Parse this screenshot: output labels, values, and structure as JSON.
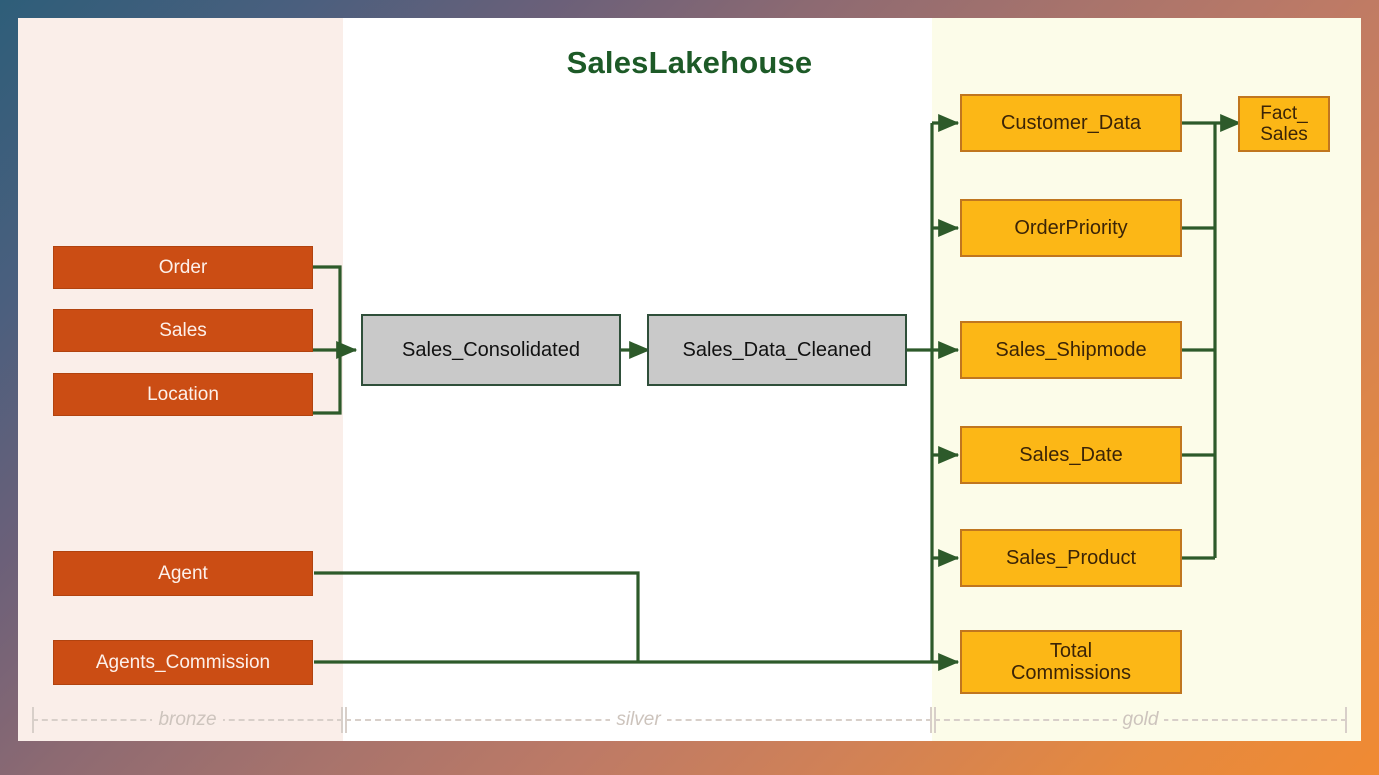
{
  "diagram": {
    "title": "SalesLakehouse",
    "title_color": "#1d5a27",
    "connector_color": "#2d5a2a",
    "zones": [
      {
        "key": "bronze",
        "label": "bronze",
        "background": "#faeee9"
      },
      {
        "key": "silver",
        "label": "silver",
        "background": "#ffffff"
      },
      {
        "key": "gold",
        "label": "gold",
        "background": "#fcfce9"
      }
    ],
    "layers": {
      "bronze": {
        "fill": "#cb4d14",
        "border": "#b1430f",
        "text_color": "#fdf0ea",
        "nodes": [
          {
            "id": "order",
            "label": "Order"
          },
          {
            "id": "sales",
            "label": "Sales"
          },
          {
            "id": "location",
            "label": "Location"
          },
          {
            "id": "agent",
            "label": "Agent"
          },
          {
            "id": "agents_commission",
            "label": "Agents_Commission"
          }
        ]
      },
      "silver": {
        "fill": "#c9c9c9",
        "border": "#2f4f3a",
        "text_color": "#111111",
        "nodes": [
          {
            "id": "sales_consolidated",
            "label": "Sales_Consolidated"
          },
          {
            "id": "sales_data_cleaned",
            "label": "Sales_Data_Cleaned"
          }
        ]
      },
      "gold": {
        "fill": "#fcb716",
        "border": "#c0761f",
        "text_color": "#3b2407",
        "nodes": [
          {
            "id": "customer_data",
            "label": "Customer_Data"
          },
          {
            "id": "order_priority",
            "label": "OrderPriority"
          },
          {
            "id": "sales_shipmode",
            "label": "Sales_Shipmode"
          },
          {
            "id": "sales_date",
            "label": "Sales_Date"
          },
          {
            "id": "sales_product",
            "label": "Sales_Product"
          },
          {
            "id": "total_commissions",
            "label": "Total\nCommissions"
          },
          {
            "id": "fact_sales",
            "label": "Fact_\nSales"
          }
        ]
      }
    },
    "edges": [
      {
        "from": "order",
        "to": "sales_consolidated"
      },
      {
        "from": "sales",
        "to": "sales_consolidated"
      },
      {
        "from": "location",
        "to": "sales_consolidated"
      },
      {
        "from": "sales_consolidated",
        "to": "sales_data_cleaned"
      },
      {
        "from": "sales_data_cleaned",
        "to": "customer_data"
      },
      {
        "from": "sales_data_cleaned",
        "to": "order_priority"
      },
      {
        "from": "sales_data_cleaned",
        "to": "sales_shipmode"
      },
      {
        "from": "sales_data_cleaned",
        "to": "sales_date"
      },
      {
        "from": "sales_data_cleaned",
        "to": "sales_product"
      },
      {
        "from": "agent",
        "to": "total_commissions"
      },
      {
        "from": "agents_commission",
        "to": "total_commissions"
      },
      {
        "from": "customer_data",
        "to": "fact_sales"
      },
      {
        "from": "order_priority",
        "to": "fact_sales"
      },
      {
        "from": "sales_shipmode",
        "to": "fact_sales"
      },
      {
        "from": "sales_date",
        "to": "fact_sales"
      },
      {
        "from": "sales_product",
        "to": "fact_sales"
      }
    ]
  }
}
